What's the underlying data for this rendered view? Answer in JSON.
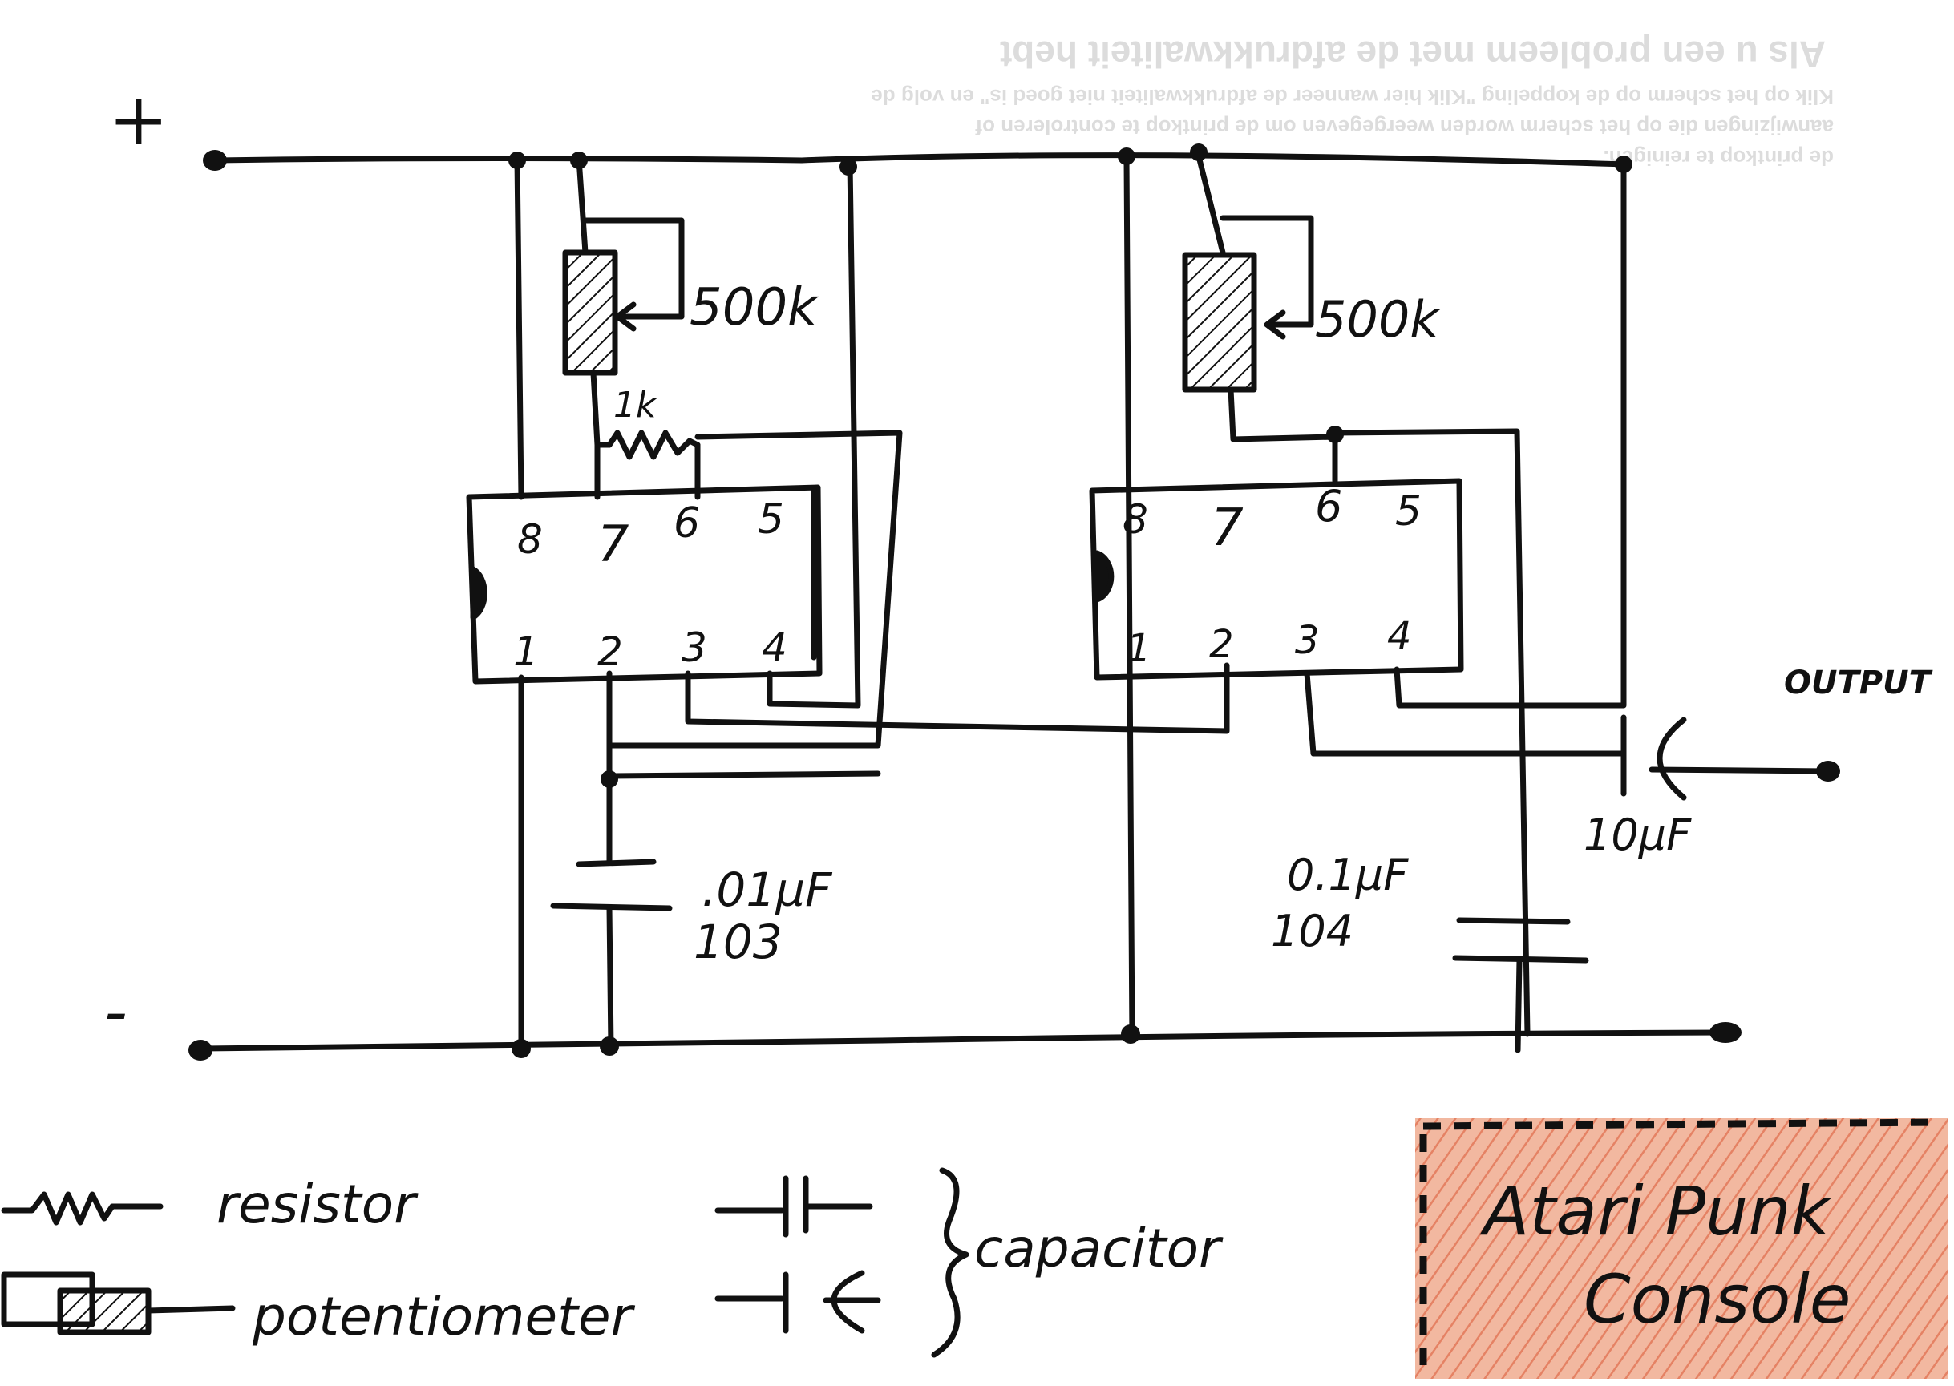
{
  "colors": {
    "ink": "#111111",
    "paper": "#ffffff",
    "ghost_text": "#d9d9d9",
    "label_fill": "#f2b8a0",
    "label_hatch": "#e07050"
  },
  "rails": {
    "positive": "+",
    "negative": "-"
  },
  "left_circuit": {
    "pot_value": "500k",
    "resistor_value": "1k",
    "cap_value": ".01µF",
    "cap_code": "103",
    "chip": {
      "top_pins": [
        "8",
        "7",
        "6",
        "5"
      ],
      "bottom_pins": [
        "1",
        "2",
        "3",
        "4"
      ]
    }
  },
  "right_circuit": {
    "pot_value": "500k",
    "cap_value": "0.1µF",
    "cap_code": "104",
    "output_cap_value": "10µF",
    "output_label": "OUTPUT",
    "chip": {
      "top_pins": [
        "8",
        "7",
        "6",
        "5"
      ],
      "bottom_pins": [
        "1",
        "2",
        "3",
        "4"
      ]
    }
  },
  "legend": {
    "resistor": "resistor",
    "potentiometer": "potentiometer",
    "capacitor": "capacitor"
  },
  "title_label": {
    "line1": "Atari Punk",
    "line2": "Console"
  },
  "showthrough": {
    "heading": "Als u een probleem met de afdrukkwaliteit hebt",
    "lines": [
      "Klik op het scherm op de koppeling \"Klik hier wanneer de afdrukkwaliteit niet goed is\" en volg de",
      "aanwijzingen die op het scherm worden weergegeven om de printkop te controleren of",
      "de printkop te reinigen."
    ]
  }
}
